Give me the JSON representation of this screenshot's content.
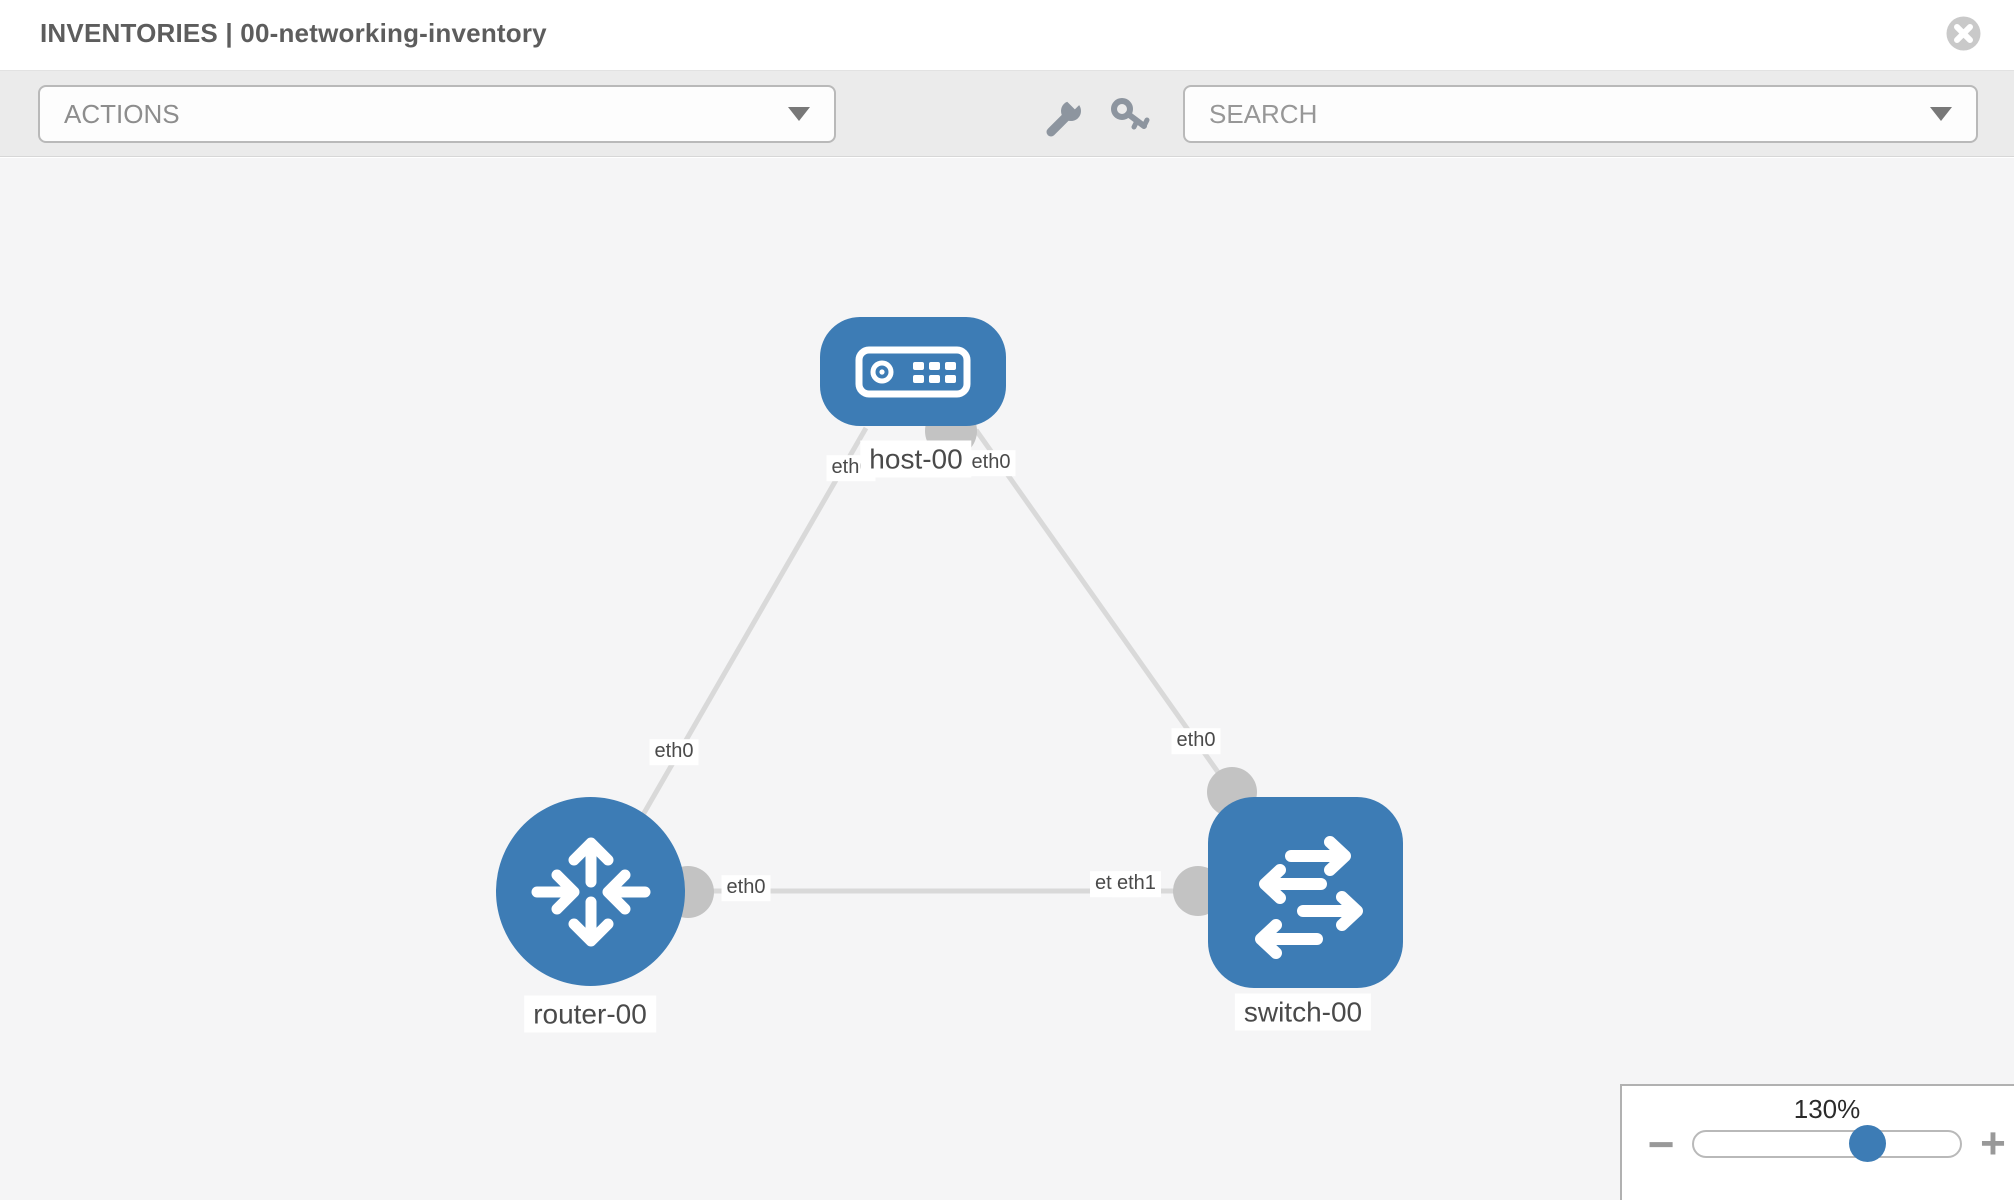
{
  "header": {
    "title": "INVENTORIES | 00-networking-inventory"
  },
  "toolbar": {
    "actions_label": "ACTIONS",
    "search_placeholder": "SEARCH",
    "icons": [
      "wrench-icon",
      "key-icon"
    ]
  },
  "topology": {
    "nodes": [
      {
        "label": "host-00",
        "type": "host",
        "shape": "rounded-rect",
        "icon": "server-icon"
      },
      {
        "label": "router-00",
        "type": "router",
        "shape": "circle",
        "icon": "router-arrows-icon"
      },
      {
        "label": "switch-00",
        "type": "switch",
        "shape": "rounded-square",
        "icon": "switch-arrows-icon"
      }
    ],
    "links": [
      {
        "from": "host-00",
        "from_port": "eth0",
        "to": "router-00",
        "to_port": "eth0"
      },
      {
        "from": "host-00",
        "from_port": "eth0",
        "to": "switch-00",
        "to_port": "eth0"
      },
      {
        "from": "router-00",
        "from_port": "eth0",
        "to": "switch-00",
        "to_port": "eth1"
      }
    ],
    "labels": {
      "host": "host-00",
      "router": "router-00",
      "switch": "switch-00",
      "eth_host_left": "eth0",
      "eth_host_right": "eth0",
      "eth_router_top": "eth0",
      "eth_switch_top": "eth0",
      "eth_router_right": "eth0",
      "eth_switch_left_under": "eth0",
      "eth_switch_left": "eth1"
    }
  },
  "zoom_control": {
    "value": "130%",
    "minus_label": "−",
    "plus_label": "+",
    "slider_position_pct": 64
  },
  "colors": {
    "node_blue": "#3d7cb5",
    "canvas_bg": "#f5f5f6",
    "toolbar_bg": "#ebebeb",
    "edge_gray": "#d9d9d9",
    "port_gray": "#c3c3c3"
  }
}
